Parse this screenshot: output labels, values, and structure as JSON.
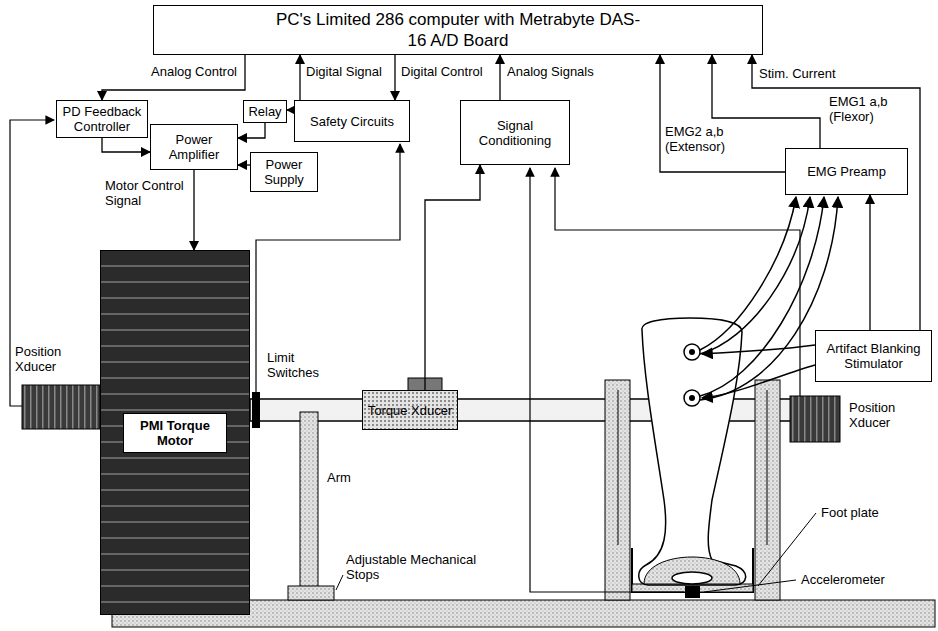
{
  "diagram": {
    "nodes": [
      {
        "text": [
          "PC's Limited 286 computer with Metrabyte DAS-16 A/D Board"
        ]
      },
      {
        "text": [
          "PD Feedback Controller"
        ]
      },
      {
        "text": [
          "Relay"
        ]
      },
      {
        "text": [
          "Safety Circuits"
        ]
      },
      {
        "text": [
          "Power Amplifier"
        ]
      },
      {
        "text": [
          "Power Supply"
        ]
      },
      {
        "text": [
          "Signal Conditioning"
        ]
      },
      {
        "text": [
          "EMG Preamp"
        ]
      },
      {
        "text": [
          "Artifact Blanking Stimulator"
        ]
      },
      {
        "text": [
          "PMI Torque Motor"
        ]
      },
      {
        "text": [
          "Torque Xducer"
        ]
      }
    ],
    "edges": [
      {
        "from": 0,
        "to": 1,
        "arrow": "to"
      },
      {
        "from": 1,
        "to": 4,
        "arrow": "to"
      },
      {
        "from": 3,
        "to": 2,
        "arrow": "to"
      },
      {
        "from": 2,
        "to": 4,
        "arrow": "to"
      },
      {
        "from": 5,
        "to": 4,
        "arrow": "to"
      },
      {
        "from": 4,
        "to": 9,
        "arrow": "to"
      },
      {
        "from": 0,
        "to": 3,
        "arrow": "to"
      },
      {
        "from": 3,
        "to": 0,
        "arrow": "to"
      },
      {
        "from": 6,
        "to": 0,
        "arrow": "to"
      },
      {
        "from": 7,
        "to": 0,
        "arrow": "to"
      },
      {
        "from": 7,
        "to": 0,
        "arrow": "to"
      },
      {
        "from": 8,
        "to": 0,
        "arrow": "to"
      },
      {
        "from": 10,
        "to": 6,
        "arrow": "to"
      },
      {
        "from": 8,
        "to": 7,
        "arrow": "to"
      }
    ],
    "labels": [
      "Analog Control",
      "Digital Signal",
      "Digital Control",
      "Analog Signals",
      "Stim. Current",
      "EMG1 a,b (Flexor)",
      "EMG2 a,b (Extensor)",
      "Motor Control Signal",
      "Position Xducer",
      "Limit Switches",
      "Arm",
      "Adjustable Mechanical Stops",
      "Position Xducer",
      "Foot plate",
      "Accelerometer"
    ]
  }
}
